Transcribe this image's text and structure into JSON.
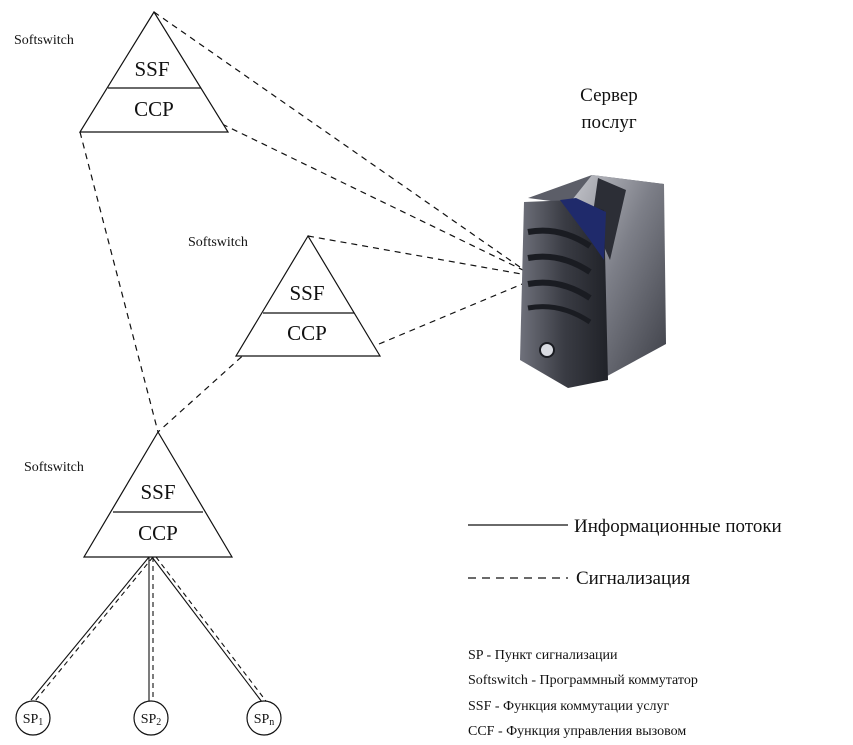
{
  "softswitch_label": "Softswitch",
  "ssf_label": "SSF",
  "ccp_label": "CCP",
  "server": {
    "line1": "Сервер",
    "line2": "послуг"
  },
  "sp_nodes": [
    {
      "main": "SP",
      "sub": "1"
    },
    {
      "main": "SP",
      "sub": "2"
    },
    {
      "main": "SP",
      "sub": "n"
    }
  ],
  "legend": {
    "info_flows": "Информационные потоки",
    "signaling": "Сигнализация"
  },
  "notes": [
    "SP - Пункт сигнализации",
    "Softswitch - Программный коммутатор",
    "SSF - Функция коммутации услуг",
    "CCF - Функция управления вызовом"
  ],
  "colors": {
    "line": "#111111",
    "server_dark": "#262930",
    "server_mid": "#4a4d58",
    "server_light": "#9a9ca6",
    "server_accent": "#1f2a6b"
  }
}
